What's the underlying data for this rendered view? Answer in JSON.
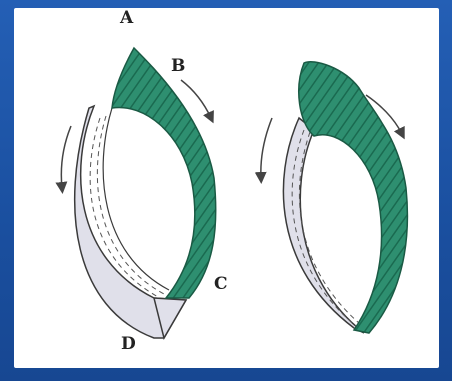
{
  "diagram": {
    "labels": {
      "a": "A",
      "b": "B",
      "c": "C",
      "d": "D"
    },
    "colors": {
      "background": "#1d56a8",
      "panel": "#ffffff",
      "muscle_green": "#2e8f70",
      "muscle_green_dark": "#1a6a50",
      "tendon_gray": "#d9d9e3",
      "outline": "#3a3a3a"
    },
    "icons": [
      "arrow-down-icon",
      "arrow-down-right-icon"
    ]
  }
}
